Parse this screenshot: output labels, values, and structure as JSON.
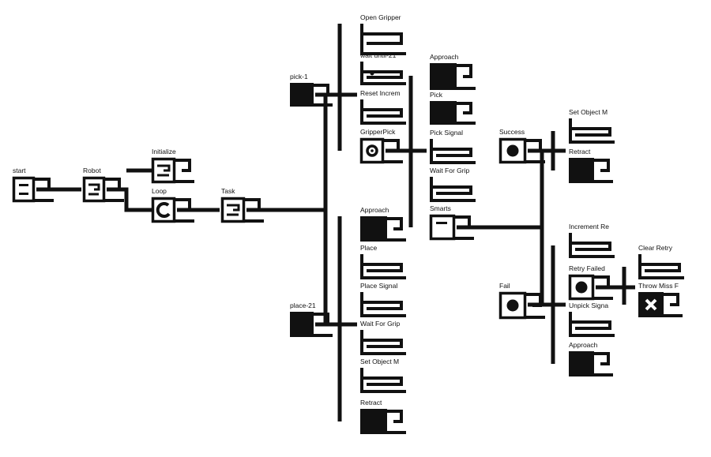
{
  "colors": {
    "ink": "#111111",
    "background": "#ffffff"
  },
  "nodes": {
    "start": {
      "label": "start",
      "kind": "block",
      "icon": "sequence-icon"
    },
    "robot": {
      "label": "Robot",
      "kind": "block",
      "icon": "selector-icon"
    },
    "initialize": {
      "label": "Initialize",
      "kind": "block",
      "icon": "selector-icon"
    },
    "loop": {
      "label": "Loop",
      "kind": "block",
      "icon": "loop-icon"
    },
    "task": {
      "label": "Task",
      "kind": "block",
      "icon": "selector-icon"
    },
    "pick_1": {
      "label": "pick-1",
      "kind": "filled"
    },
    "place_21": {
      "label": "place-21",
      "kind": "filled"
    },
    "open_gripper": {
      "label": "Open Gripper",
      "kind": "action"
    },
    "wait_until_21": {
      "label": "wait until-21",
      "kind": "action",
      "icon": "dot-icon"
    },
    "reset_increment": {
      "label": "Reset Increm",
      "kind": "action"
    },
    "gripper_pick": {
      "label": "GripperPick",
      "kind": "block",
      "icon": "target-icon"
    },
    "approach_1": {
      "label": "Approach",
      "kind": "filled"
    },
    "pick": {
      "label": "Pick",
      "kind": "filled"
    },
    "pick_signal": {
      "label": "Pick Signal",
      "kind": "action"
    },
    "wait_for_grip_1": {
      "label": "Wait For Grip",
      "kind": "action"
    },
    "smarts": {
      "label": "Smarts",
      "kind": "block",
      "icon": "dash-icon"
    },
    "approach_2": {
      "label": "Approach",
      "kind": "filled"
    },
    "place": {
      "label": "Place",
      "kind": "action"
    },
    "place_signal": {
      "label": "Place Signal",
      "kind": "action"
    },
    "wait_for_grip_2": {
      "label": "Wait For Grip",
      "kind": "action"
    },
    "set_object_m_2": {
      "label": "Set Object M",
      "kind": "action"
    },
    "retract_2": {
      "label": "Retract",
      "kind": "filled"
    },
    "success": {
      "label": "Success",
      "kind": "block",
      "icon": "circle-icon"
    },
    "fail": {
      "label": "Fail",
      "kind": "block",
      "icon": "circle-icon"
    },
    "set_object_m_1": {
      "label": "Set Object M",
      "kind": "action"
    },
    "retract_1": {
      "label": "Retract",
      "kind": "filled"
    },
    "increment_re": {
      "label": "Increment Re",
      "kind": "action"
    },
    "retry_failed": {
      "label": "Retry Failed",
      "kind": "block",
      "icon": "circle-icon"
    },
    "unpick_signal": {
      "label": "Unpick Signa",
      "kind": "action"
    },
    "approach_3": {
      "label": "Approach",
      "kind": "filled"
    },
    "clear_retry": {
      "label": "Clear Retry",
      "kind": "action"
    },
    "throw_miss": {
      "label": "Throw Miss F",
      "kind": "fail",
      "icon": "x-icon"
    }
  }
}
